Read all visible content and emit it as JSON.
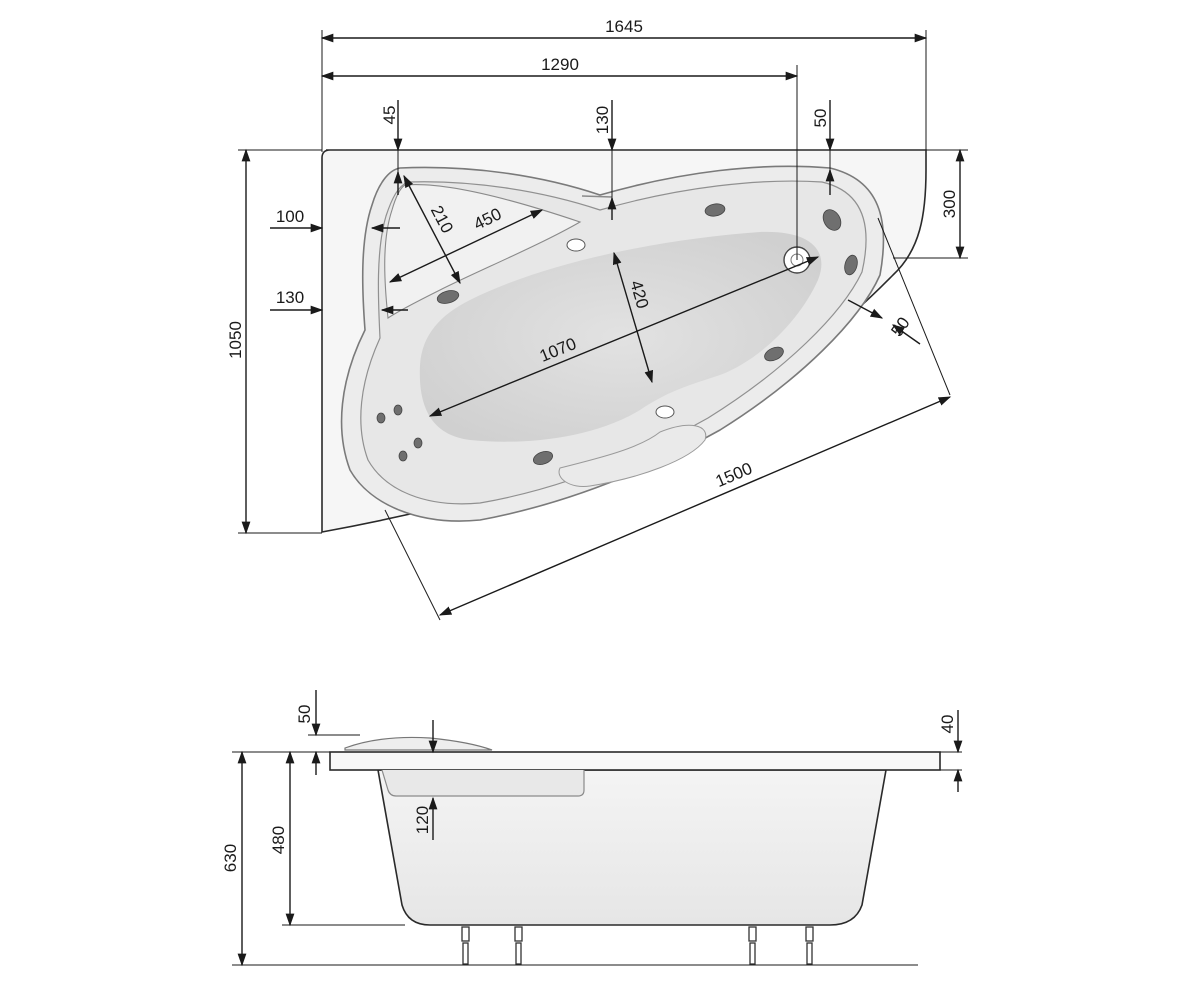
{
  "top_view": {
    "dimensions": {
      "overall_width": "1645",
      "drain_offset": "1290",
      "left_rim_offset": "45",
      "center_notch_offset": "130",
      "right_rim_offset": "50",
      "right_edge_depth": "300",
      "overall_depth": "1050",
      "left_rim_upper": "100",
      "left_rim_lower": "130",
      "headrest_depth": "210",
      "headrest_width": "450",
      "basin_width": "420",
      "basin_length": "1070",
      "curved_rim": "50",
      "diagonal_length": "1500"
    }
  },
  "side_view": {
    "dimensions": {
      "headrest_height": "50",
      "rim_thickness": "40",
      "step_height": "120",
      "overall_height": "630",
      "inner_depth": "480"
    }
  }
}
